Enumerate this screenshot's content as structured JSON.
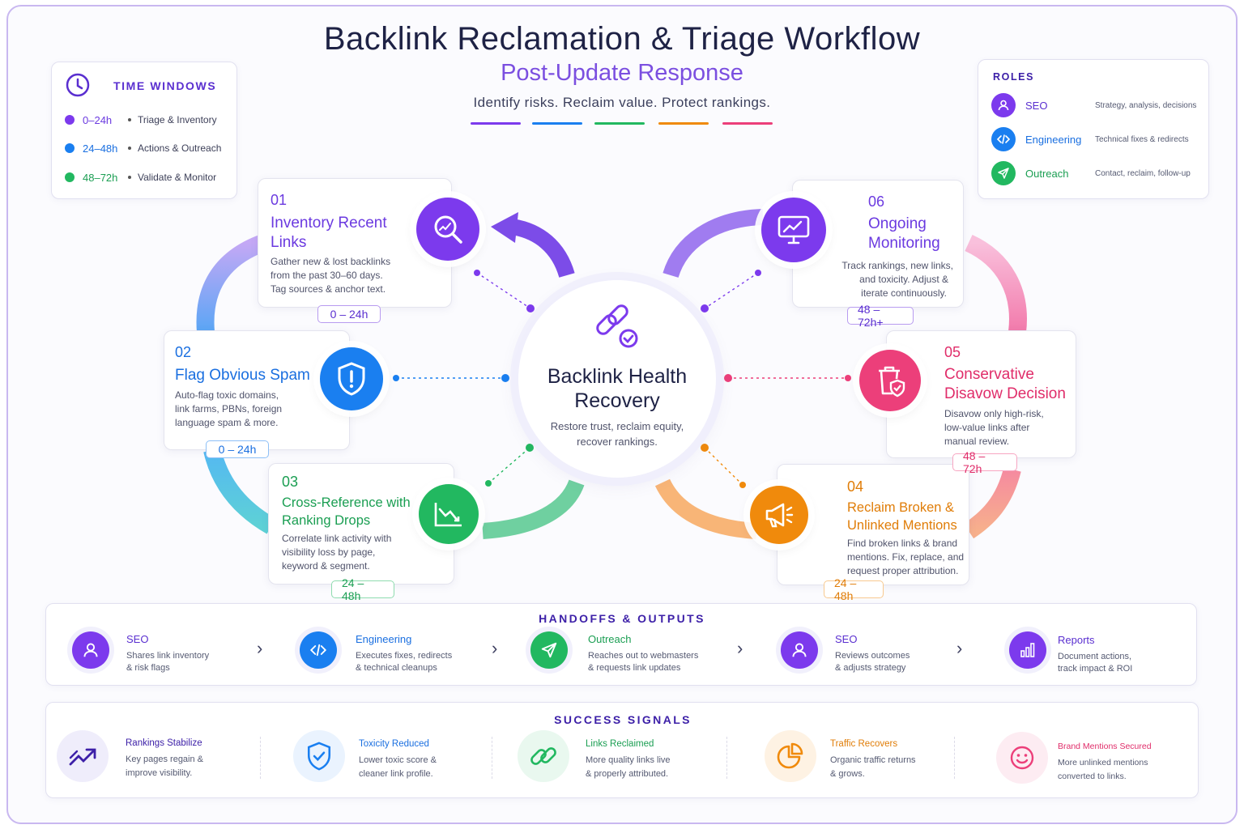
{
  "header": {
    "title": "Backlink Reclamation & Triage Workflow",
    "subtitle": "Post-Update Response",
    "tagline": "Identify risks. Reclaim value. Protect rankings."
  },
  "time_windows": {
    "title": "TIME WINDOWS",
    "items": [
      {
        "range": "0–24h",
        "label": "Triage & Inventory",
        "color": "#7c3aed"
      },
      {
        "range": "24–48h",
        "label": "Actions & Outreach",
        "color": "#1a7ff0"
      },
      {
        "range": "48–72h",
        "label": "Validate & Monitor",
        "color": "#22b860"
      }
    ]
  },
  "roles": {
    "title": "ROLES",
    "items": [
      {
        "name": "SEO",
        "desc": "Strategy, analysis, decisions",
        "icon": "user-icon",
        "color": "#7c3aed"
      },
      {
        "name": "Engineering",
        "desc": "Technical fixes & redirects",
        "icon": "code-icon",
        "color": "#1a7ff0"
      },
      {
        "name": "Outreach",
        "desc": "Contact, reclaim, follow-up",
        "icon": "send-icon",
        "color": "#22b860"
      }
    ]
  },
  "hub": {
    "title_line1": "Backlink Health",
    "title_line2": "Recovery",
    "desc_line1": "Restore trust, reclaim equity,",
    "desc_line2": "recover rankings."
  },
  "steps": [
    {
      "num": "01",
      "title1": "Inventory Recent",
      "title2": "Links",
      "desc1": "Gather new & lost backlinks",
      "desc2": "from the past 30–60 days.",
      "desc3": "Tag sources & anchor text.",
      "window": "0 – 24h",
      "icon": "search-chart-icon",
      "color": "#7c3aed"
    },
    {
      "num": "02",
      "title1": "Flag Obvious Spam",
      "title2": "",
      "desc1": "Auto-flag toxic domains,",
      "desc2": "link farms, PBNs, foreign",
      "desc3": "language spam & more.",
      "window": "0 – 24h",
      "icon": "shield-alert-icon",
      "color": "#1a7ff0"
    },
    {
      "num": "03",
      "title1": "Cross-Reference with",
      "title2": "Ranking Drops",
      "desc1": "Correlate link activity with",
      "desc2": "visibility loss by page,",
      "desc3": "keyword & segment.",
      "window": "24 – 48h",
      "icon": "trend-down-icon",
      "color": "#22b860"
    },
    {
      "num": "04",
      "title1": "Reclaim Broken &",
      "title2": "Unlinked Mentions",
      "desc1": "Find broken links & brand",
      "desc2": "mentions. Fix, replace, and",
      "desc3": "request proper attribution.",
      "window": "24 – 48h",
      "icon": "megaphone-icon",
      "color": "#f08a0c"
    },
    {
      "num": "05",
      "title1": "Conservative",
      "title2": "Disavow Decision",
      "desc1": "Disavow only high-risk,",
      "desc2": "low-value links after",
      "desc3": "manual review.",
      "window": "48 – 72h",
      "icon": "trash-shield-icon",
      "color": "#ec3f7a"
    },
    {
      "num": "06",
      "title1": "Ongoing",
      "title2": "Monitoring",
      "desc1": "Track rankings, new links,",
      "desc2": "and toxicity. Adjust &",
      "desc3": "iterate continuously.",
      "window": "48 – 72h+",
      "icon": "monitor-chart-icon",
      "color": "#7c3aed"
    }
  ],
  "handoffs": {
    "title": "HANDOFFS & OUTPUTS",
    "items": [
      {
        "name": "SEO",
        "desc1": "Shares link inventory",
        "desc2": "& risk flags",
        "icon": "user-icon",
        "color": "#7c3aed"
      },
      {
        "name": "Engineering",
        "desc1": "Executes fixes, redirects",
        "desc2": "& technical cleanups",
        "icon": "code-icon",
        "color": "#1a7ff0"
      },
      {
        "name": "Outreach",
        "desc1": "Reaches out to webmasters",
        "desc2": "& requests link updates",
        "icon": "send-icon",
        "color": "#22b860"
      },
      {
        "name": "SEO",
        "desc1": "Reviews outcomes",
        "desc2": "& adjusts strategy",
        "icon": "user-icon",
        "color": "#7c3aed"
      },
      {
        "name": "Reports",
        "desc1": "Document actions,",
        "desc2": "track impact & ROI",
        "icon": "bar-chart-icon",
        "color": "#7c3aed"
      }
    ]
  },
  "success": {
    "title": "SUCCESS SIGNALS",
    "items": [
      {
        "name": "Rankings Stabilize",
        "desc1": "Key pages regain &",
        "desc2": "improve visibility.",
        "icon": "trend-up-icon",
        "color": "#3d20a8",
        "bg": "#efedfb"
      },
      {
        "name": "Toxicity Reduced",
        "desc1": "Lower toxic score &",
        "desc2": "cleaner link profile.",
        "icon": "shield-check-icon",
        "color": "#1a7ff0",
        "bg": "#eaf3fe"
      },
      {
        "name": "Links Reclaimed",
        "desc1": "More quality links live",
        "desc2": "& properly attributed.",
        "icon": "link-icon",
        "color": "#22b860",
        "bg": "#e9f8ef"
      },
      {
        "name": "Traffic Recovers",
        "desc1": "Organic traffic returns",
        "desc2": "& grows.",
        "icon": "pie-chart-icon",
        "color": "#f08a0c",
        "bg": "#fef2e3"
      },
      {
        "name": "Brand Mentions Secured",
        "desc1": "More unlinked mentions",
        "desc2": "converted to links.",
        "icon": "smile-icon",
        "color": "#ec3f7a",
        "bg": "#fdecf2"
      }
    ]
  }
}
